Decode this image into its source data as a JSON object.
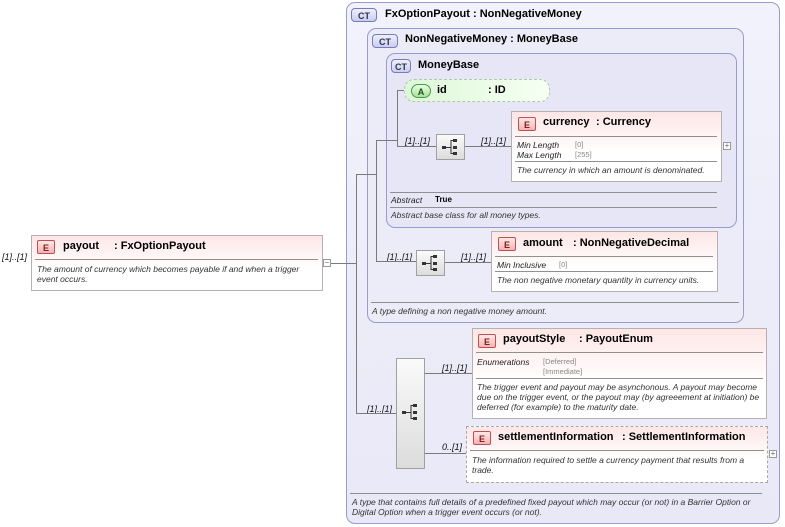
{
  "outer_type": {
    "badge": "CT",
    "title": "FxOptionPayout : NonNegativeMoney",
    "doc": "A type that contains full details of a predefined fixed payout which may occur (or not) in a Barrier Option or Digital Option when a trigger event occurs (or not)."
  },
  "mid_type": {
    "badge": "CT",
    "title": "NonNegativeMoney : MoneyBase",
    "doc": "A type defining a non negative money amount."
  },
  "inner_type": {
    "badge": "CT",
    "title": "MoneyBase",
    "abstract_label": "Abstract",
    "abstract_value": "True",
    "doc": "Abstract base class for all money types."
  },
  "attribute_id": {
    "badge": "A",
    "name": "id",
    "type": ": ID"
  },
  "payout": {
    "cardinality": "[1]..[1]",
    "badge": "E",
    "name": "payout",
    "type": ": FxOptionPayout",
    "doc": "The amount of currency which becomes payable if and when a trigger event occurs.",
    "toggle": "−"
  },
  "currency": {
    "cardinality_left": "[1]..[1]",
    "cardinality_right": "[1]..[1]",
    "badge": "E",
    "name": "currency",
    "type": ": Currency",
    "facets": [
      {
        "label": "Min Length",
        "value": "[0]"
      },
      {
        "label": "Max Length",
        "value": "[255]"
      }
    ],
    "doc": "The currency in which an amount is denominated.",
    "toggle": "+"
  },
  "amount": {
    "cardinality_left": "[1]..[1]",
    "cardinality_right": "[1]..[1]",
    "badge": "E",
    "name": "amount",
    "type": ": NonNegativeDecimal",
    "facets": [
      {
        "label": "Min Inclusive",
        "value": "[0]"
      }
    ],
    "doc": "The non negative monetary quantity in currency units."
  },
  "sequence_main": {
    "cardinality": "[1]..[1]"
  },
  "payoutStyle": {
    "cardinality": "[1]..[1]",
    "badge": "E",
    "name": "payoutStyle",
    "type": ": PayoutEnum",
    "facet_label": "Enumerations",
    "enum_values": [
      "[Deferred]",
      "[Immediate]"
    ],
    "doc": "The trigger event and payout may be asynchonous. A payout may become due on the trigger event, or the payout may (by agreeement at initiation) be deferred (for example) to the maturity date."
  },
  "settlementInformation": {
    "cardinality": "0..[1]",
    "badge": "E",
    "name": "settlementInformation",
    "type": ": SettlementInformation",
    "doc": "The information required to settle a currency payment that results from a trade.",
    "toggle": "+"
  }
}
